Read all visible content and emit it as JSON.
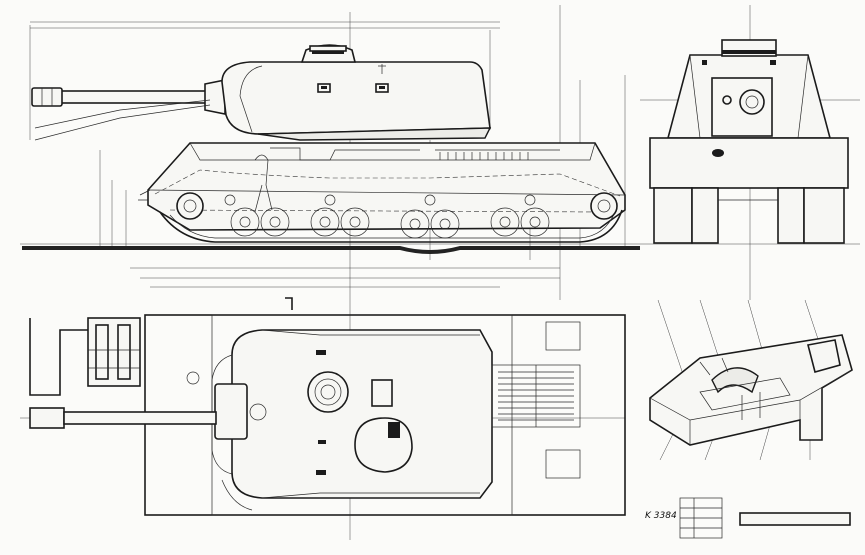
{
  "drawing_number": "K 3384",
  "views": [
    {
      "id": "side-elevation"
    },
    {
      "id": "front-elevation"
    },
    {
      "id": "top-plan"
    },
    {
      "id": "isometric-hull-section"
    }
  ]
}
